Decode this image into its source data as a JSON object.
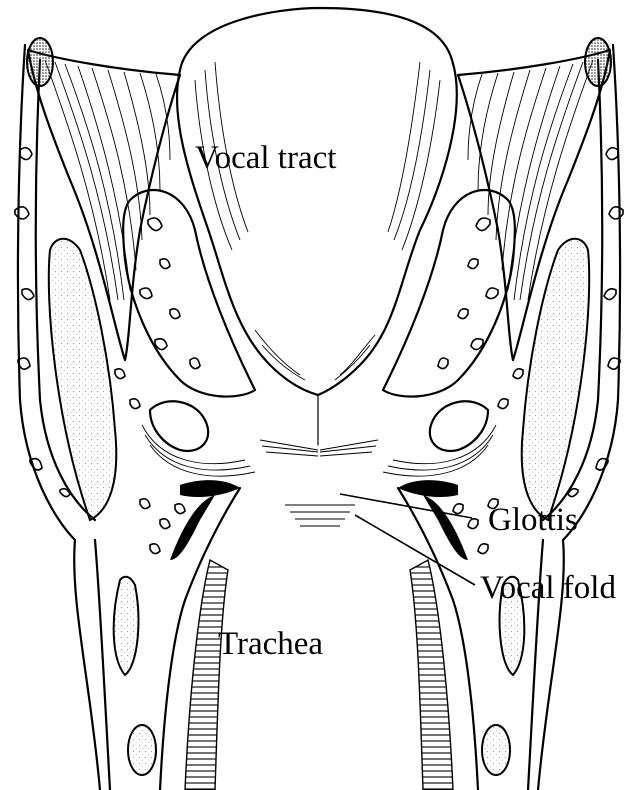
{
  "labels": {
    "vocal_tract": "Vocal tract",
    "glottis": "Glottis",
    "vocal_fold": "Vocal fold",
    "trachea": "Trachea"
  }
}
